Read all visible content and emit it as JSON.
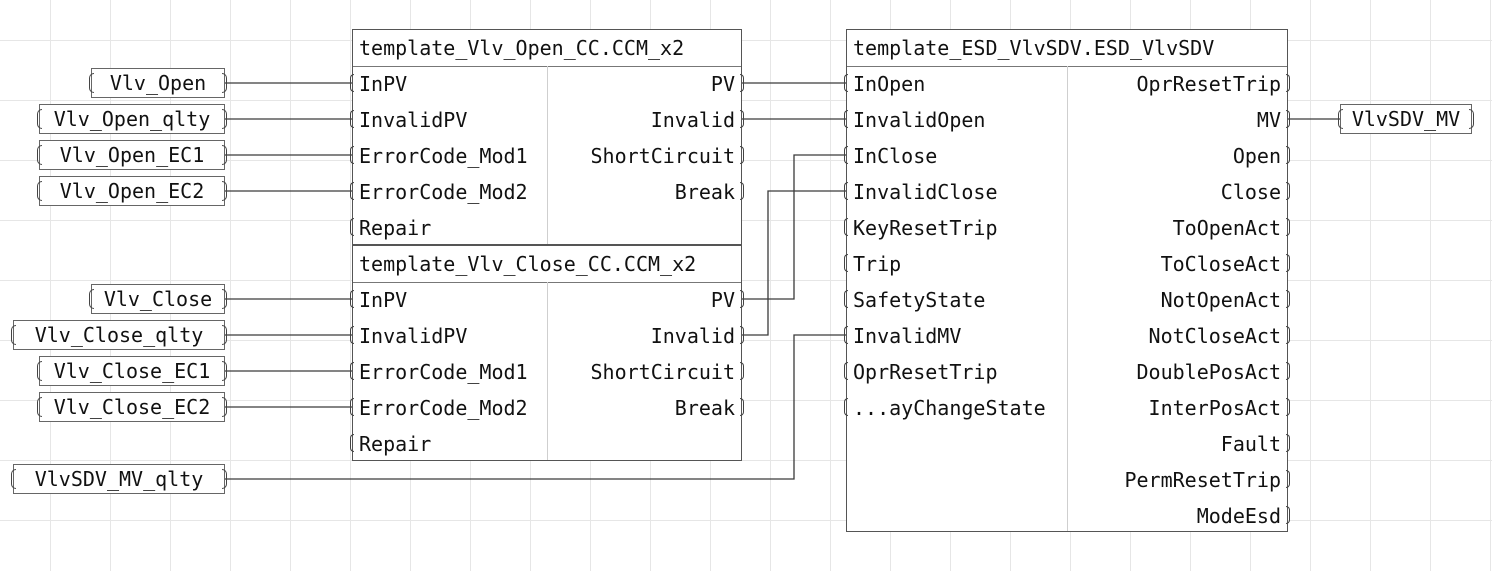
{
  "variables": {
    "vlv_open": "Vlv_Open",
    "vlv_open_qlty": "Vlv_Open_qlty",
    "vlv_open_ec1": "Vlv_Open_EC1",
    "vlv_open_ec2": "Vlv_Open_EC2",
    "vlv_close": "Vlv_Close",
    "vlv_close_qlty": "Vlv_Close_qlty",
    "vlv_close_ec1": "Vlv_Close_EC1",
    "vlv_close_ec2": "Vlv_Close_EC2",
    "vlvsdv_mv_qlty": "VlvSDV_MV_qlty",
    "vlvsdv_mv": "VlvSDV_MV"
  },
  "blocks": {
    "open_cc": {
      "title": "template_Vlv_Open_CC.CCM_x2",
      "inputs": [
        "InPV",
        "InvalidPV",
        "ErrorCode_Mod1",
        "ErrorCode_Mod2",
        "Repair"
      ],
      "outputs": [
        "PV",
        "Invalid",
        "ShortCircuit",
        "Break"
      ]
    },
    "close_cc": {
      "title": "template_Vlv_Close_CC.CCM_x2",
      "inputs": [
        "InPV",
        "InvalidPV",
        "ErrorCode_Mod1",
        "ErrorCode_Mod2",
        "Repair"
      ],
      "outputs": [
        "PV",
        "Invalid",
        "ShortCircuit",
        "Break"
      ]
    },
    "esd": {
      "title": "template_ESD_VlvSDV.ESD_VlvSDV",
      "inputs": [
        "InOpen",
        "InvalidOpen",
        "InClose",
        "InvalidClose",
        "KeyResetTrip",
        "Trip",
        "SafetyState",
        "InvalidMV",
        "OprResetTrip",
        "...ayChangeState"
      ],
      "outputs": [
        "OprResetTrip",
        "MV",
        "Open",
        "Close",
        "ToOpenAct",
        "ToCloseAct",
        "NotOpenAct",
        "NotCloseAct",
        "DoublePosAct",
        "InterPosAct",
        "Fault",
        "PermResetTrip",
        "ModeEsd"
      ]
    }
  }
}
